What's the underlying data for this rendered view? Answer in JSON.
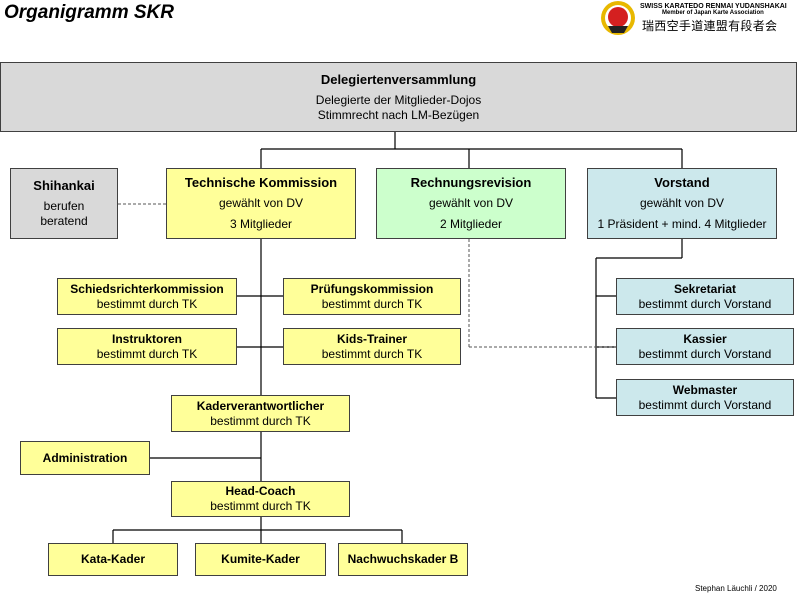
{
  "header": {
    "title": "Organigramm SKR",
    "logo_line1": "SWISS KARATEDO RENMAI YUDANSHAKAI",
    "logo_line2": "Member of Japan Karte Association",
    "logo_line3": "瑞西空手道連盟有段者会"
  },
  "dv": {
    "title": "Delegiertenversammlung",
    "line1": "Delegierte der Mitglieder-Dojos",
    "line2": "Stimmrecht nach LM-Bezügen"
  },
  "shihankai": {
    "title": "Shihankai",
    "line1": "berufen",
    "line2": "beratend"
  },
  "tk": {
    "title": "Technische Kommission",
    "line1": "gewählt von DV",
    "line2": "3 Mitglieder"
  },
  "rev": {
    "title": "Rechnungsrevision",
    "line1": "gewählt von DV",
    "line2": "2 Mitglieder"
  },
  "vorstand": {
    "title": "Vorstand",
    "line1": "gewählt von DV",
    "line2": "1 Präsident + mind. 4 Mitglieder"
  },
  "schieds": {
    "title": "Schiedsrichterkommission",
    "line1": "bestimmt durch TK"
  },
  "pruef": {
    "title": "Prüfungskommission",
    "line1": "bestimmt durch TK"
  },
  "instr": {
    "title": "Instruktoren",
    "line1": "bestimmt durch TK"
  },
  "kids": {
    "title": "Kids-Trainer",
    "line1": "bestimmt durch TK"
  },
  "sekr": {
    "title": "Sekretariat",
    "line1": "bestimmt durch Vorstand"
  },
  "kassier": {
    "title": "Kassier",
    "line1": "bestimmt durch Vorstand"
  },
  "webm": {
    "title": "Webmaster",
    "line1": "bestimmt durch Vorstand"
  },
  "kaderv": {
    "title": "Kaderverantwortlicher",
    "line1": "bestimmt durch TK"
  },
  "admin": {
    "title": "Administration"
  },
  "coach": {
    "title": "Head-Coach",
    "line1": "bestimmt durch TK"
  },
  "kata": {
    "title": "Kata-Kader"
  },
  "kumite": {
    "title": "Kumite-Kader"
  },
  "nachw": {
    "title": "Nachwuchskader B"
  },
  "footer": "Stephan Läuchli / 2020",
  "colors": {
    "yellow": "#ffff99",
    "green": "#ccffcc",
    "blue": "#cce8ec",
    "grey": "#d9d9d9"
  }
}
